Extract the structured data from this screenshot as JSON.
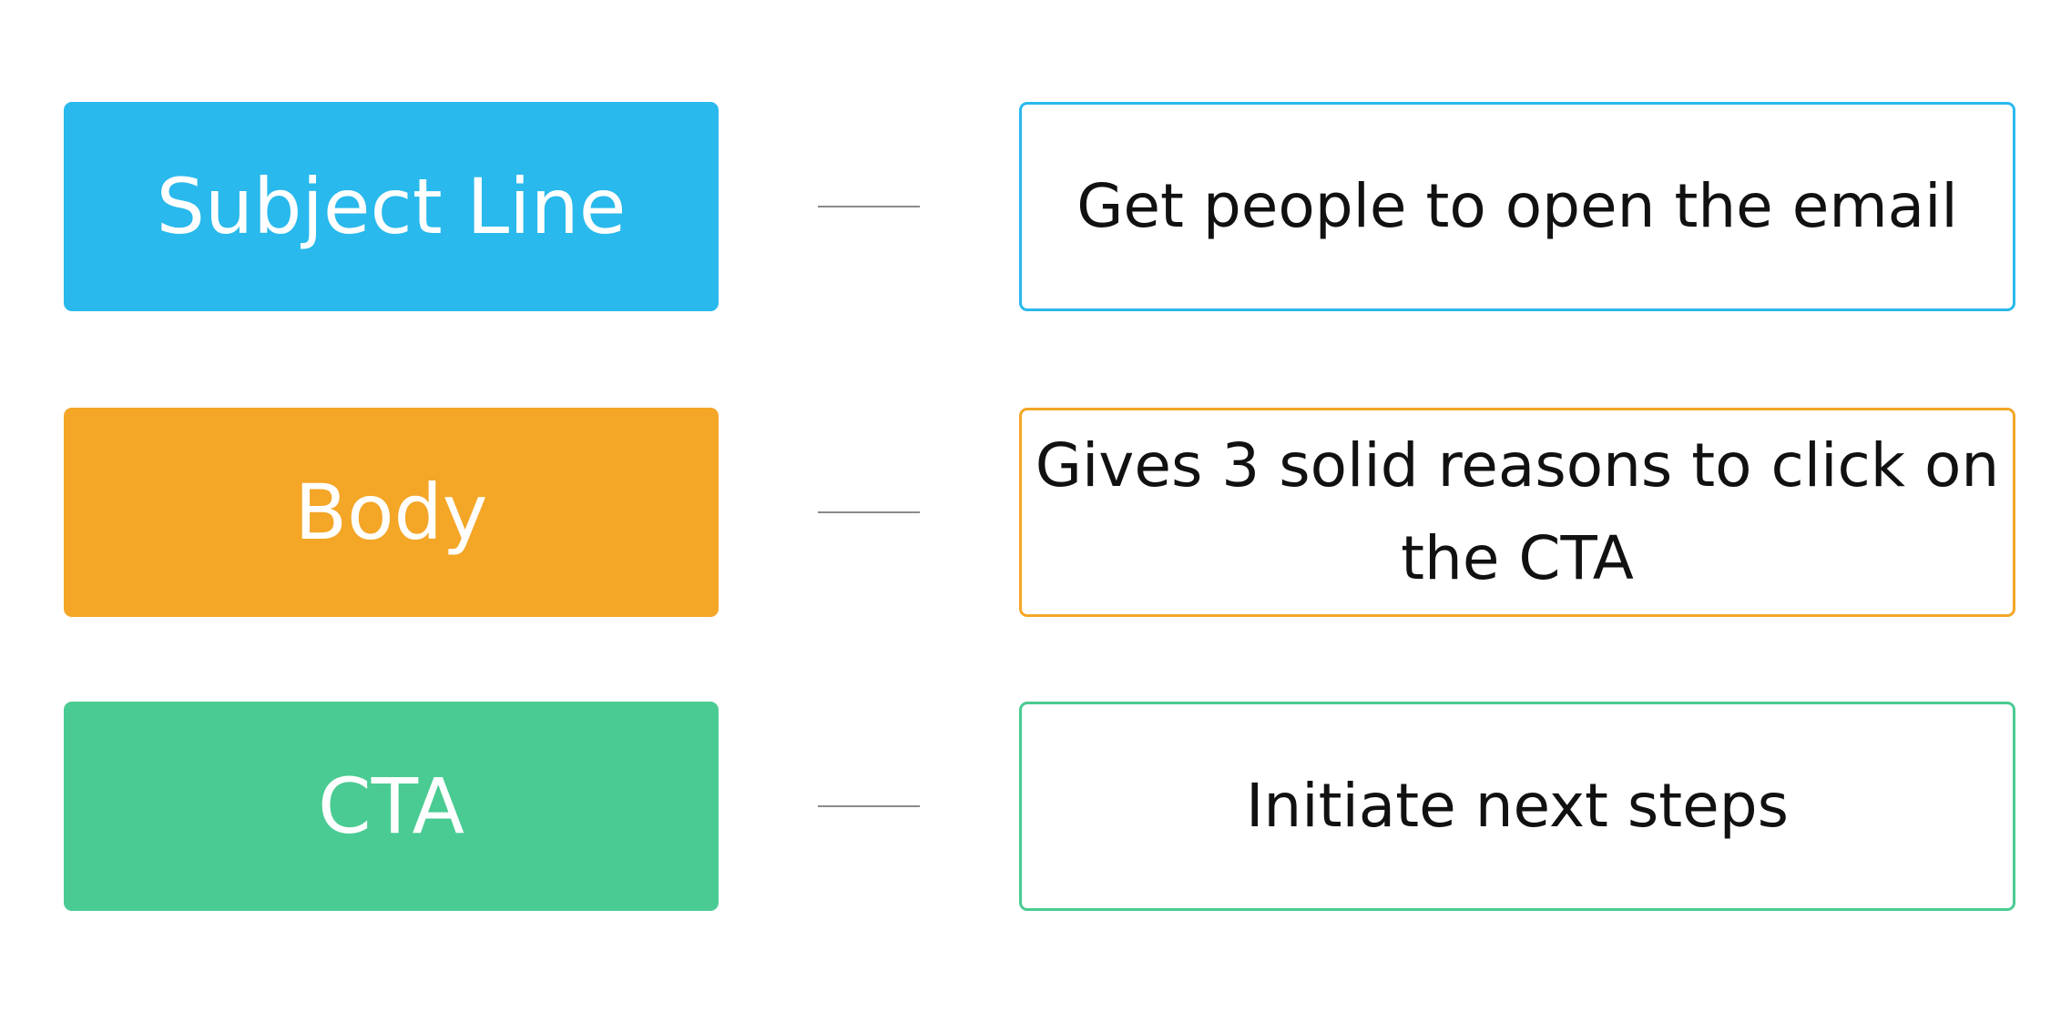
{
  "diagram": {
    "rows": [
      {
        "label": "Subject Line",
        "description": "Get people to open the email",
        "color": "#29B9EC"
      },
      {
        "label": "Body",
        "description": "Gives 3 solid reasons to click on the CTA",
        "color": "#F4A627"
      },
      {
        "label": "CTA",
        "description": "Initiate next steps",
        "color": "#4ACB93"
      }
    ]
  }
}
